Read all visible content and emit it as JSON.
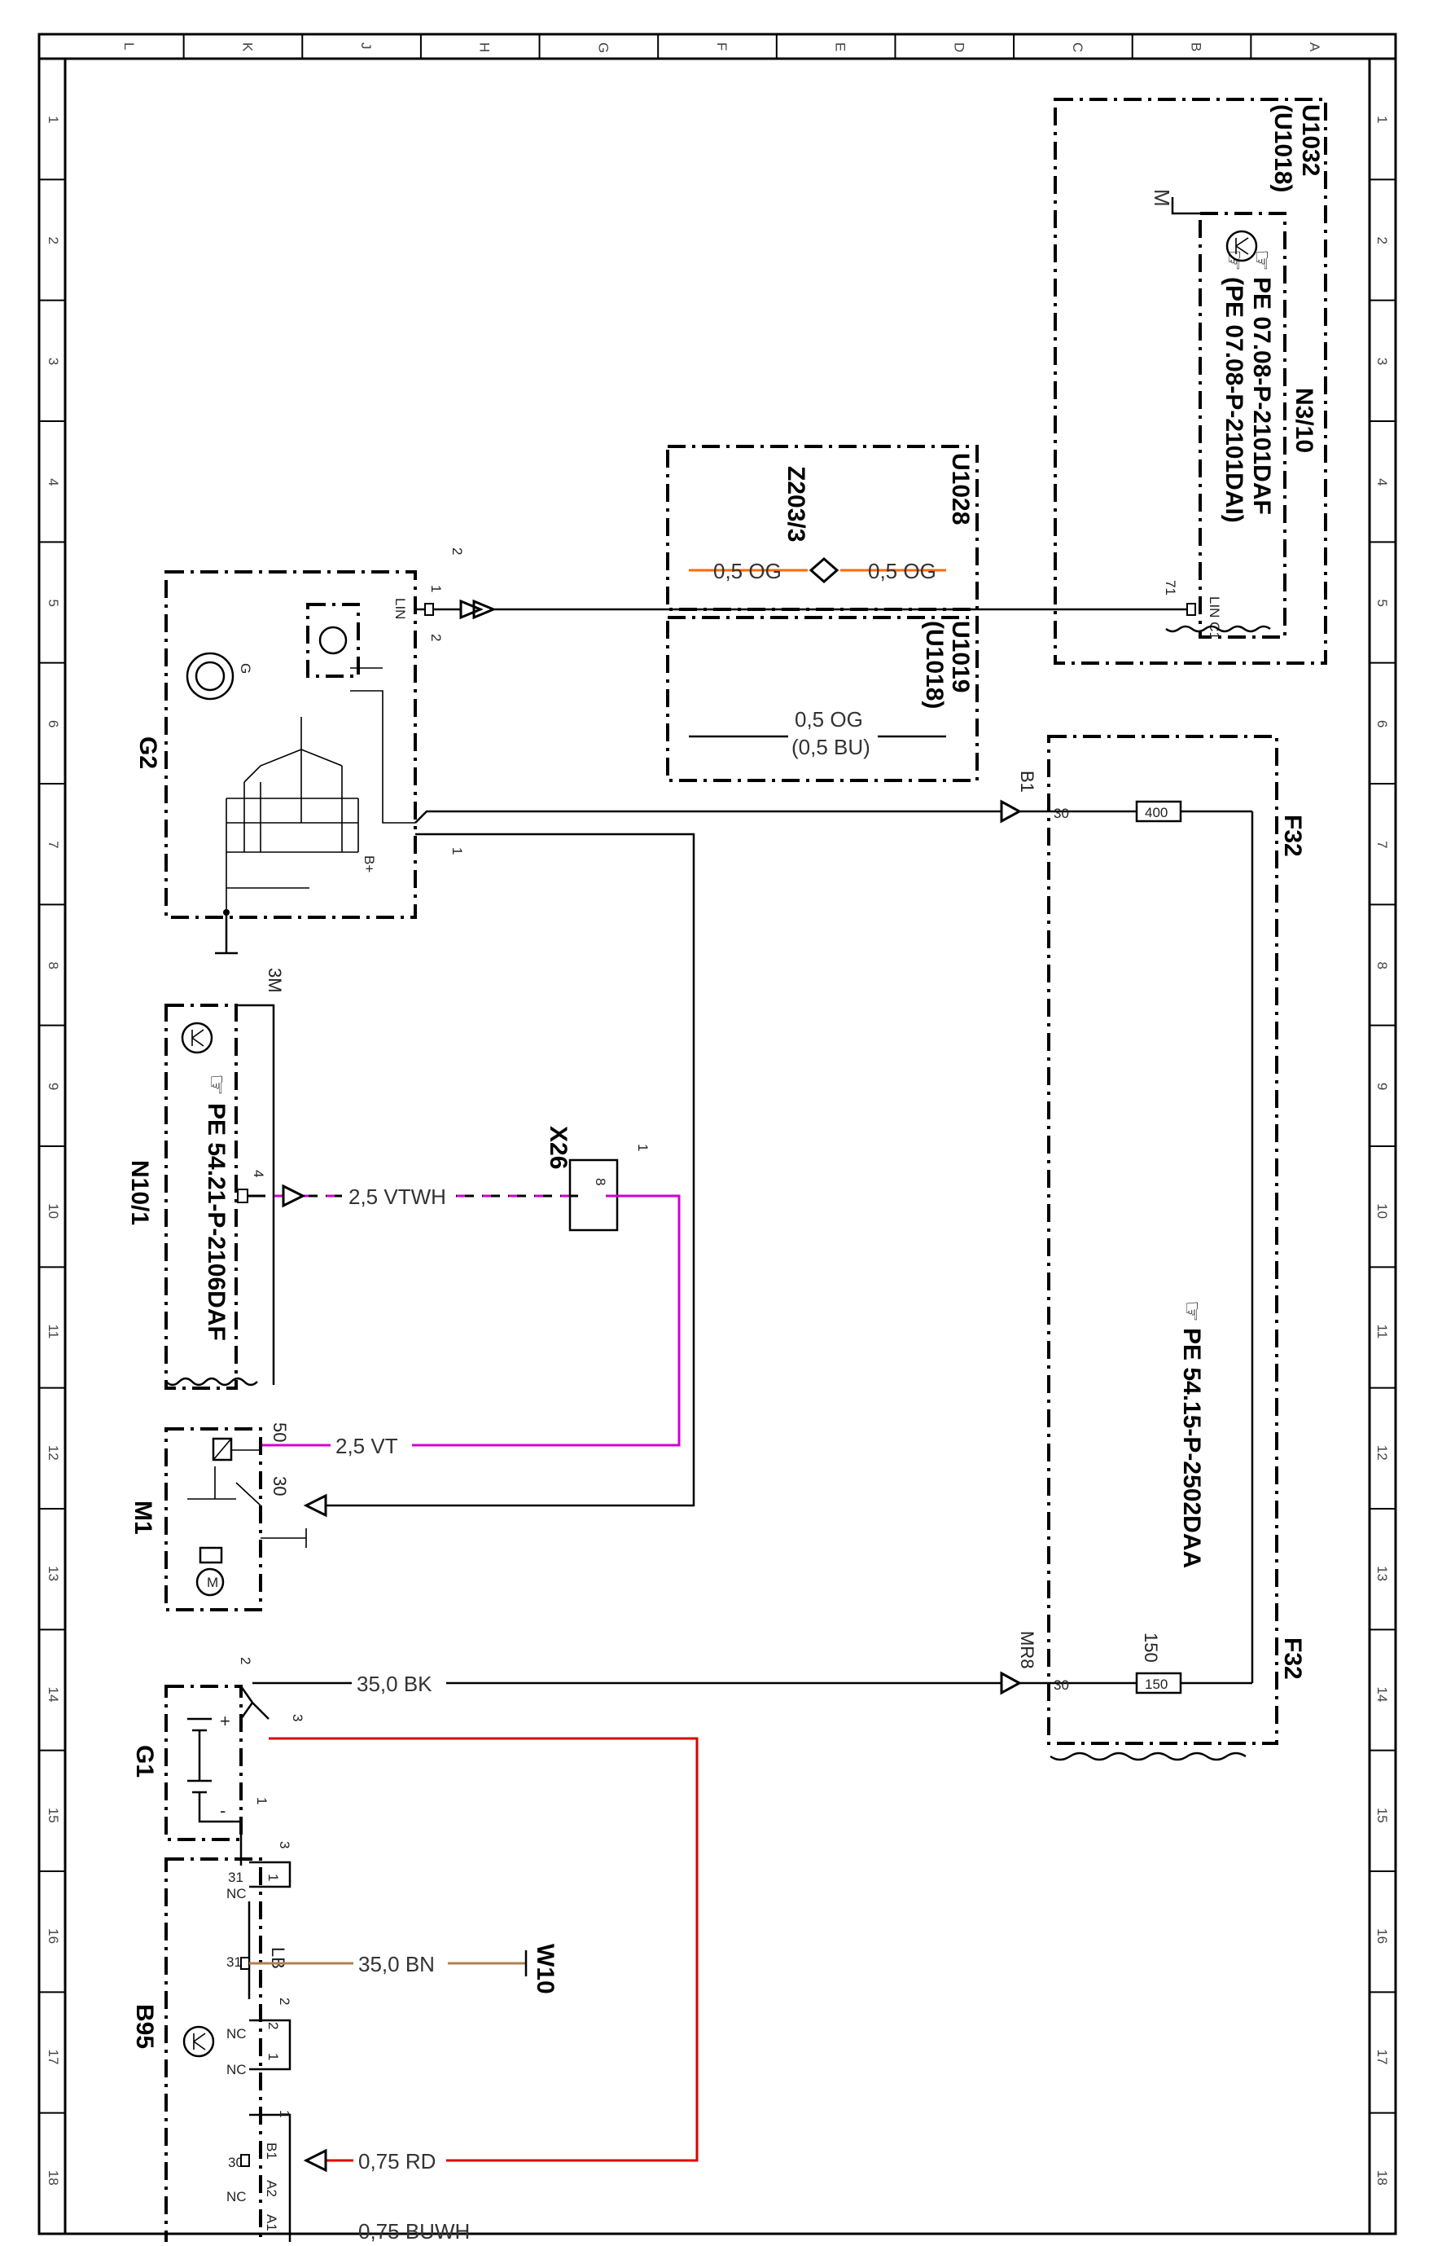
{
  "column_letters": [
    "L",
    "K",
    "J",
    "H",
    "G",
    "F",
    "E",
    "D",
    "C",
    "B",
    "A"
  ],
  "row_numbers": [
    "1",
    "2",
    "3",
    "4",
    "5",
    "6",
    "7",
    "8",
    "9",
    "10",
    "11",
    "12",
    "13",
    "14",
    "15",
    "16",
    "17",
    "18"
  ],
  "colors": {
    "orange": "#ff6a00",
    "magenta": "#d000d0",
    "red": "#e00000",
    "brown": "#b08050",
    "black": "#000000"
  },
  "components": {
    "u1032": {
      "name": "U1032",
      "alt": "(U1018)"
    },
    "n3_10": {
      "name": "N3/10",
      "ref1": "PE 07.08-P-2101DAF",
      "ref2": "(PE 07.08-P-2101DAI)",
      "pin_m": "M",
      "pin_71": "71",
      "pin_lin": "LIN C1"
    },
    "u1028": {
      "name": "U1028"
    },
    "z203": {
      "name": "Z203/3"
    },
    "u1019": {
      "name": "U1019",
      "alt": "(U1018)"
    },
    "f32a": {
      "name": "F32",
      "fuse": "400",
      "pin": "30",
      "conn": "B1"
    },
    "f32b": {
      "name": "F32",
      "fuse": "150",
      "fuse_label": "150",
      "pin": "30",
      "conn": "MR8"
    },
    "f32_ref": "PE 54.15-P-2502DAA",
    "g2": {
      "name": "G2",
      "pin_lin": "LIN",
      "pin_1": "1",
      "pin_2": "2",
      "pin_2b": "2",
      "pin_1b": "1",
      "g": "G",
      "bplus": "B+"
    },
    "n10_1": {
      "name": "N10/1",
      "ref": "PE 54.21-P-2106DAF",
      "pin_3m": "3M",
      "pin_4": "4"
    },
    "x26": {
      "name": "X26",
      "pin_1": "1",
      "pin_8": "8"
    },
    "m1": {
      "name": "M1",
      "pin_50": "50",
      "pin_30": "30",
      "m": "M"
    },
    "g1": {
      "name": "G1",
      "pin_1": "1",
      "pin_2": "2",
      "pin_3": "3",
      "plus": "+",
      "minus": "-"
    },
    "b95": {
      "name": "B95",
      "p31nc": "31",
      "nc": "NC",
      "p3": "3",
      "p1": "1",
      "p31": "31",
      "lb": "LB",
      "p2": "2",
      "p21": "2",
      "p11": "1",
      "nc2": "NC",
      "nc3": "NC",
      "p1b": "1",
      "p30": "30",
      "b1": "B1",
      "a2": "A2",
      "a1": "A1",
      "nc4": "NC"
    },
    "w10": {
      "name": "W10"
    }
  },
  "wires": {
    "og1": "0,5 OG",
    "og2": "0,5 OG",
    "og3": "0,5 OG",
    "bu": "(0,5 BU)",
    "vtwh": "2,5 VTWH",
    "vt": "2,5 VT",
    "bk": "35,0 BK",
    "bn": "35,0 BN",
    "rd": "0,75 RD",
    "bottom_cut": "0,75 BUWH"
  }
}
